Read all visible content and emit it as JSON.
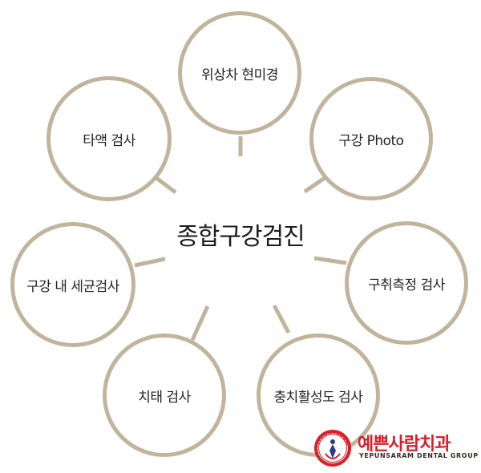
{
  "diagram": {
    "center_title": "종합구강검진",
    "nodes": [
      {
        "id": "phase-microscope",
        "label": "위상차 현미경"
      },
      {
        "id": "oral-photo",
        "label": "구강 Photo"
      },
      {
        "id": "acid-measurement",
        "label": "구취측정 검사"
      },
      {
        "id": "caries-activity",
        "label": "충치활성도 검사"
      },
      {
        "id": "tongue-coating",
        "label": "치태 검사"
      },
      {
        "id": "oral-bacteria",
        "label": "구강 내 세균검사"
      },
      {
        "id": "saliva-test",
        "label": "타액 검사"
      }
    ]
  },
  "colors": {
    "ring": "#c2b49c",
    "text": "#222222",
    "brand": "#d6202a"
  },
  "logo": {
    "name": "예쁜사람치과",
    "sub": "YEPUNSARAM DENTAL GROUP",
    "seal_text": "YEPUNSARAM"
  }
}
